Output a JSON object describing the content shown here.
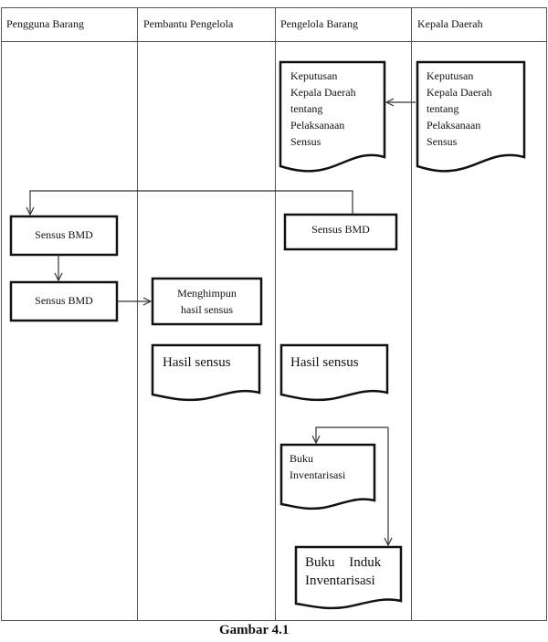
{
  "lanes": [
    {
      "label": "Pengguna Barang"
    },
    {
      "label": "Pembantu Pengelola"
    },
    {
      "label": "Pengelola Barang"
    },
    {
      "label": "Kepala Daerah"
    }
  ],
  "documents": {
    "keputusan_kepala_daerah": [
      "Keputusan",
      "Kepala Daerah",
      "tentang",
      "Pelaksanaan",
      "Sensus"
    ],
    "keputusan_pengelola": [
      "Keputusan",
      "Kepala Daerah",
      "tentang",
      "Pelaksanaan",
      "Sensus"
    ],
    "hasil_sensus_pembantu": "Hasil sensus",
    "hasil_sensus_pengelola": "Hasil sensus",
    "buku_inventarisasi": [
      "Buku",
      "Inventarisasi"
    ],
    "buku_induk_inventarisasi": [
      "Buku Induk",
      "Inventarisasi"
    ]
  },
  "processes": {
    "sensus_bmd_pengelola": "Sensus BMD",
    "sensus_bmd_pengguna_1": "Sensus BMD",
    "sensus_bmd_pengguna_2": "Sensus BMD",
    "menghimpun": [
      "Menghimpun",
      "hasil sensus"
    ]
  },
  "caption": "Gambar 4.1"
}
